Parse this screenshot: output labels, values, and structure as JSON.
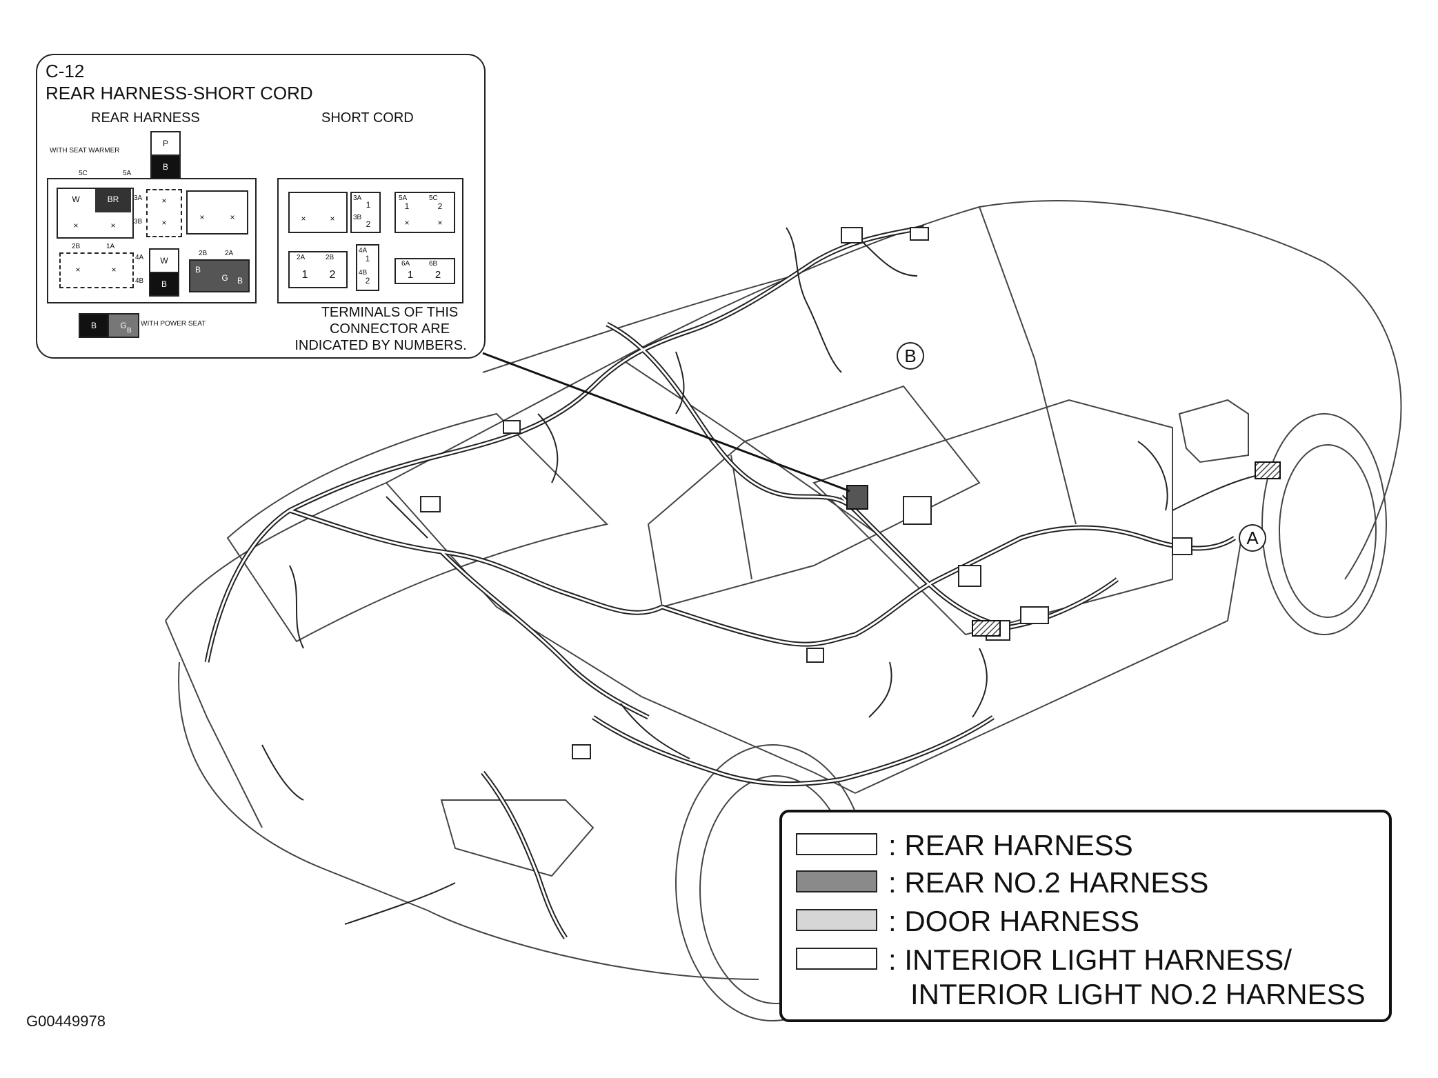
{
  "figure_id": "G00449978",
  "connector": {
    "code": "C-12",
    "title": "REAR HARNESS-SHORT CORD",
    "rear_harness_label": "REAR HARNESS",
    "short_cord_label": "SHORT CORD",
    "with_seat_warmer": "WITH SEAT WARMER",
    "with_power_seat": "WITH POWER SEAT",
    "note_line1": "TERMINALS OF THIS",
    "note_line2": "CONNECTOR ARE",
    "note_line3": "INDICATED BY NUMBERS.",
    "warmer_top": "P",
    "warmer_bottom": "B",
    "power_left": "B",
    "power_mid": "G",
    "power_right": "B",
    "rear_cells": {
      "w": "W",
      "br": "BR",
      "x": "×",
      "w2": "W",
      "b": "B",
      "b2": "B",
      "g": "G",
      "b3": "B",
      "p5c": "5C",
      "p5a": "5A",
      "p3a": "3A",
      "p3b": "3B",
      "p2b": "2B",
      "p1a": "1A",
      "p4a": "4A",
      "p4b": "4B",
      "p2a": "2A"
    },
    "short_cells": {
      "x": "×",
      "p3a": "3A",
      "n1a": "1",
      "p3b": "3B",
      "n2a": "2",
      "p5a": "5A",
      "n1b": "1",
      "p5c": "5C",
      "n2b": "2",
      "p2a": "2A",
      "p2b": "2B",
      "n1c": "1",
      "n2c": "2",
      "p4a": "4A",
      "n1d": "1",
      "p4b": "4B",
      "n2d": "2",
      "p6a": "6A",
      "p6b": "6B",
      "n1e": "1",
      "n2e": "2"
    }
  },
  "callouts": {
    "a": "A",
    "b": "B"
  },
  "legend": {
    "items": [
      {
        "label": ": REAR HARNESS",
        "fill": "#ffffff"
      },
      {
        "label": ": REAR NO.2 HARNESS",
        "fill": "#8a8a8a"
      },
      {
        "label": ": DOOR HARNESS",
        "fill": "#d6d6d6"
      },
      {
        "label": ": INTERIOR LIGHT HARNESS/",
        "fill": "#ffffff"
      }
    ],
    "continuation": "INTERIOR LIGHT NO.2 HARNESS"
  }
}
